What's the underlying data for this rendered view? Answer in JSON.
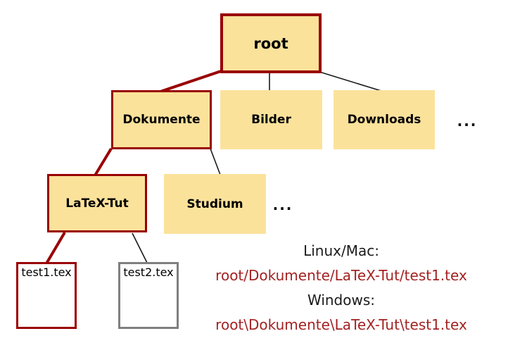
{
  "diagram_title": "file-system-tree",
  "nodes": {
    "root": "root",
    "dokumente": "Dokumente",
    "bilder": "Bilder",
    "downloads": "Downloads",
    "level2_ellipsis": "...",
    "latex_tut": "LaTeX-Tut",
    "studium": "Studium",
    "level3_ellipsis": "...",
    "test1": "test1.tex",
    "test2": "test2.tex"
  },
  "annotation": {
    "linux_heading": "Linux/Mac:",
    "linux_path": "root/Dokumente/LaTeX-Tut/test1.tex",
    "windows_heading": "Windows:",
    "windows_path": "root\\Dokumente\\LaTeX-Tut\\test1.tex"
  },
  "colors": {
    "node_fill": "#FBE29B",
    "highlight_red": "#990000",
    "path_text_red": "#A32222",
    "gray_border": "#7F7F7F",
    "edge_black": "#1A1A1A",
    "background": "#FFFFFF"
  }
}
